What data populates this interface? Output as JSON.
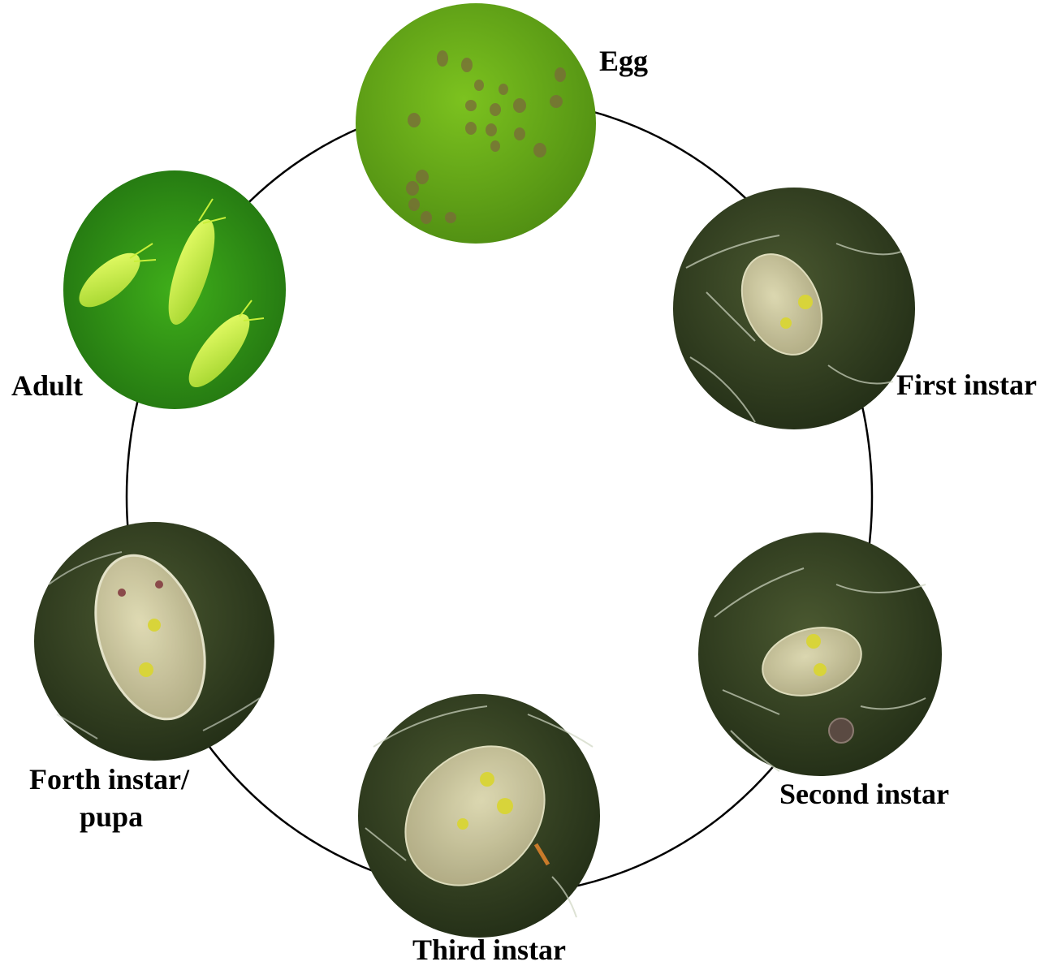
{
  "stages": [
    {
      "key": "egg",
      "label": "Egg"
    },
    {
      "key": "first",
      "label": "First instar"
    },
    {
      "key": "second",
      "label": "Second instar"
    },
    {
      "key": "third",
      "label": "Third instar"
    },
    {
      "key": "fourth",
      "label_line1": "Forth instar/",
      "label_line2": "pupa"
    },
    {
      "key": "adult",
      "label": "Adult"
    }
  ],
  "colors": {
    "cycle_line": "#000000",
    "leaf_bright": "#6fb51a",
    "leaf_dark": "#2f3b1c",
    "nymph_body": "#d9d3a6",
    "adult_body": "#c8ef3a"
  }
}
